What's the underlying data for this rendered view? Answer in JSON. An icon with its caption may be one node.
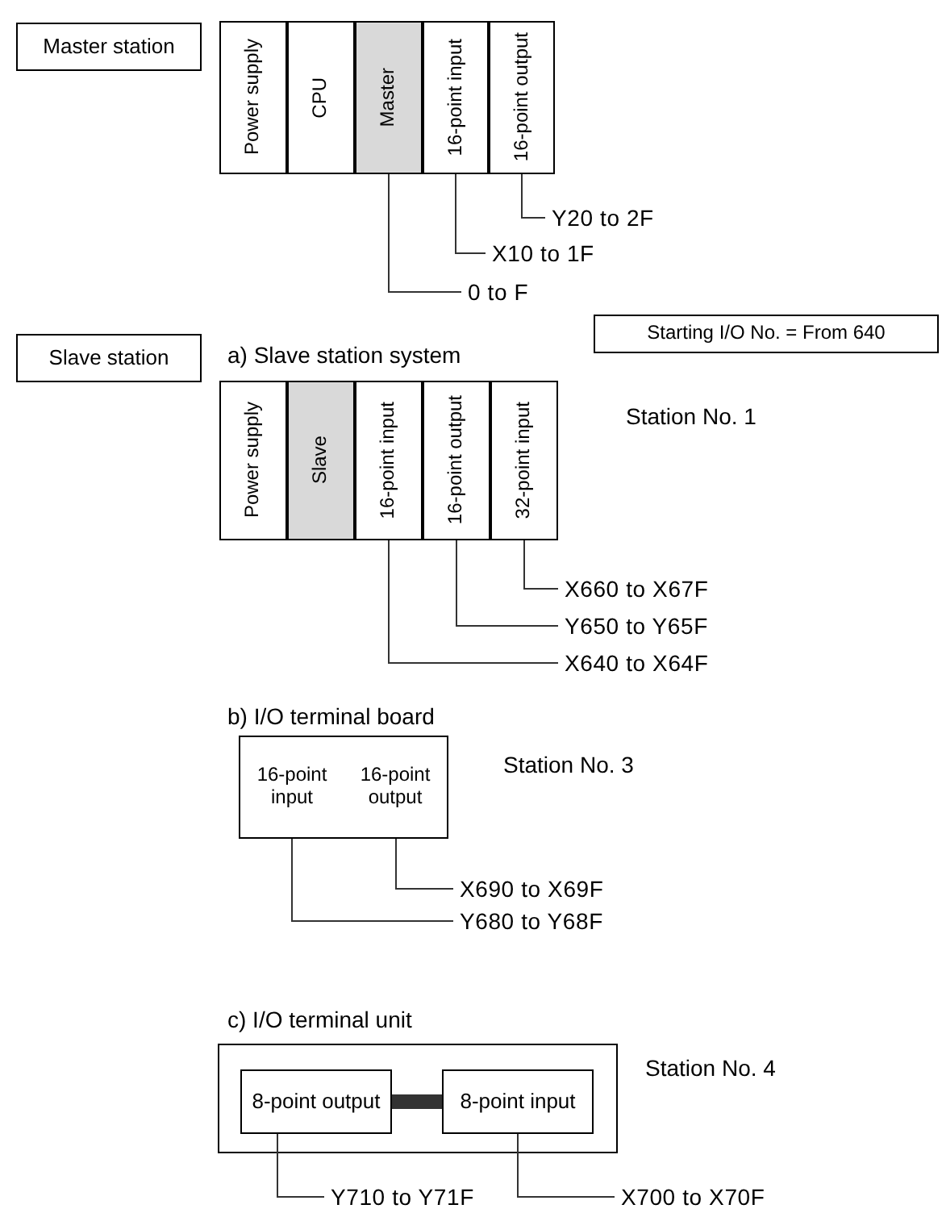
{
  "diagram": {
    "nodes": [
      {
        "text": [
          "Master station"
        ]
      },
      {
        "text": [
          "Power supply"
        ]
      },
      {
        "text": [
          "CPU"
        ]
      },
      {
        "text": [
          "Master"
        ]
      },
      {
        "text": [
          "16-point input"
        ]
      },
      {
        "text": [
          "16-point output"
        ]
      },
      {
        "text": [
          "Y20 to 2F"
        ]
      },
      {
        "text": [
          "X10 to 1F"
        ]
      },
      {
        "text": [
          "0 to F"
        ]
      },
      {
        "text": [
          "Starting I/O No. = From 640"
        ]
      },
      {
        "text": [
          "Slave station"
        ]
      },
      {
        "text": [
          "Power supply"
        ]
      },
      {
        "text": [
          "Slave"
        ]
      },
      {
        "text": [
          "16-point input"
        ]
      },
      {
        "text": [
          "16-point output"
        ]
      },
      {
        "text": [
          "32-point input"
        ]
      },
      {
        "text": [
          "X660 to X67F"
        ]
      },
      {
        "text": [
          "Y650 to Y65F"
        ]
      },
      {
        "text": [
          "X640 to X64F"
        ]
      },
      {
        "text": [
          "16-point input"
        ]
      },
      {
        "text": [
          "16-point output"
        ]
      },
      {
        "text": [
          "X690 to X69F"
        ]
      },
      {
        "text": [
          "Y680 to Y68F"
        ]
      },
      {
        "text": [],
        "shape": "box"
      },
      {
        "text": [
          "8-point output"
        ],
        "in": 23
      },
      {
        "text": [
          "8-point input"
        ],
        "in": 23
      },
      {
        "text": [
          "Y710 to Y71F"
        ]
      },
      {
        "text": [
          "X700 to X70F"
        ]
      }
    ],
    "edges": [
      {
        "from": 5,
        "to": 6,
        "arrow": "none"
      },
      {
        "from": 4,
        "to": 7,
        "arrow": "none"
      },
      {
        "from": 3,
        "to": 8,
        "arrow": "none"
      },
      {
        "from": 15,
        "to": 16,
        "arrow": "none"
      },
      {
        "from": 14,
        "to": 17,
        "arrow": "none"
      },
      {
        "from": 13,
        "to": 18,
        "arrow": "none"
      },
      {
        "from": 20,
        "to": 21,
        "arrow": "none"
      },
      {
        "from": 19,
        "to": 22,
        "arrow": "none"
      },
      {
        "from": 24,
        "to": 25,
        "arrow": "none",
        "style": "thick"
      },
      {
        "from": 24,
        "to": 26,
        "arrow": "none"
      },
      {
        "from": 25,
        "to": 27,
        "arrow": "none"
      }
    ],
    "labels": [
      "a) Slave station system",
      "Station No. 1",
      "b) I/O terminal board",
      "Station No. 3",
      "c) I/O terminal unit",
      "Station No. 4"
    ]
  }
}
